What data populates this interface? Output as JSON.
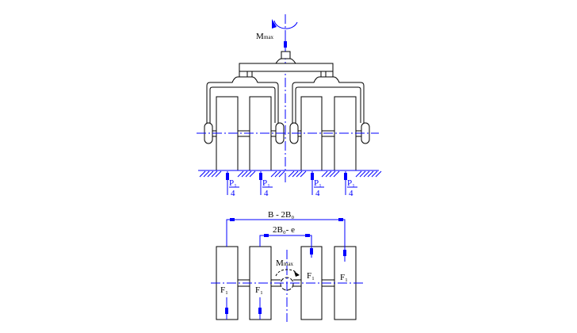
{
  "top_view": {
    "moment_label": "M",
    "moment_sub": "max",
    "load_labels": [
      {
        "num": "P₁",
        "den": "4"
      },
      {
        "num": "P₁",
        "den": "4"
      },
      {
        "num": "P₁",
        "den": "4"
      },
      {
        "num": "P₁",
        "den": "4"
      }
    ]
  },
  "bottom_view": {
    "dim_outer": "B - 2B₀",
    "dim_inner": "2B₀- e",
    "moment_label": "M",
    "moment_sub": "max",
    "force_labels": [
      "F₁",
      "F₁",
      "F₁",
      "F₁"
    ]
  },
  "colors": {
    "line": "#000000",
    "annotation": "#0000ff"
  }
}
